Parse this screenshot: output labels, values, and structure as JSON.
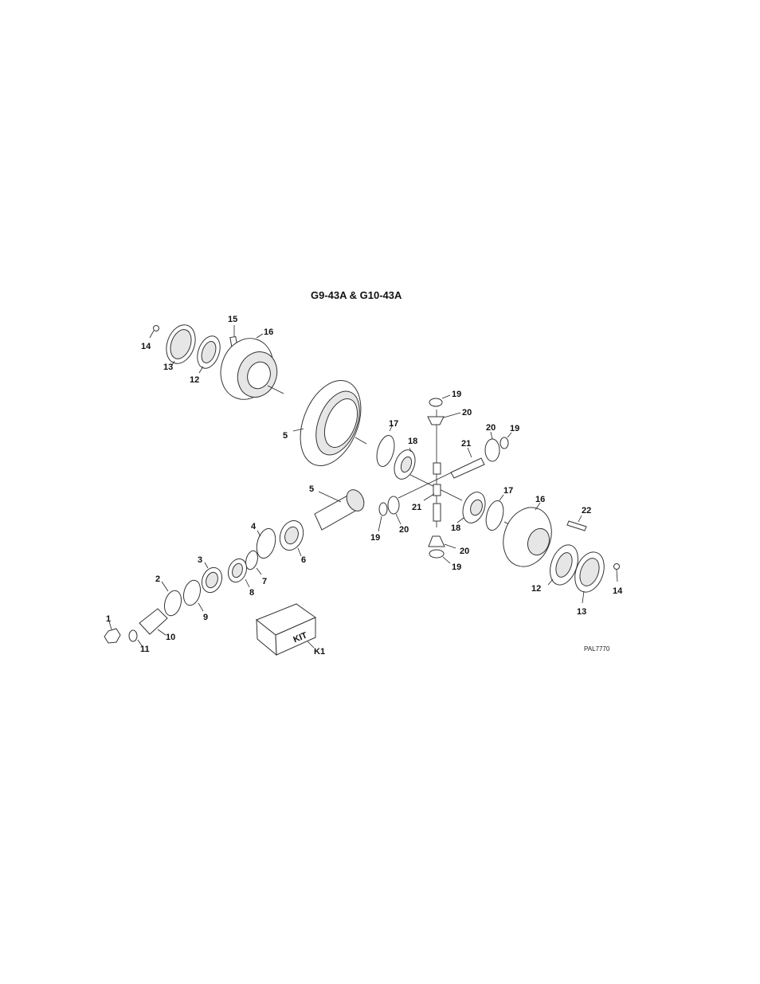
{
  "title": "G9-43A & G10-43A",
  "figure_code": "PAL7770",
  "kit_box_text": "KIT",
  "callouts": {
    "c1": "1",
    "c2": "2",
    "c3": "3",
    "c4": "4",
    "c5a": "5",
    "c5b": "5",
    "c6": "6",
    "c7": "7",
    "c8": "8",
    "c9": "9",
    "c10": "10",
    "c11": "11",
    "c12a": "12",
    "c12b": "12",
    "c13a": "13",
    "c13b": "13",
    "c14a": "14",
    "c14b": "14",
    "c15": "15",
    "c16a": "16",
    "c16b": "16",
    "c17a": "17",
    "c17b": "17",
    "c18a": "18",
    "c18b": "18",
    "c19a": "19",
    "c19b": "19",
    "c19c": "19",
    "c19d": "19",
    "c20a": "20",
    "c20b": "20",
    "c20c": "20",
    "c20d": "20",
    "c21a": "21",
    "c21b": "21",
    "c22": "22",
    "ck1": "K1"
  }
}
